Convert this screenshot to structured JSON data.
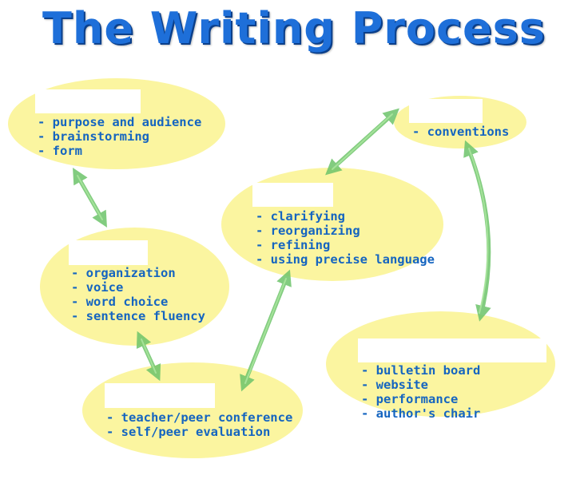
{
  "title": "The Writing Process",
  "colors": {
    "title": "#1e6fd9",
    "ellipse": "#fbf5a0",
    "text": "#1565c0",
    "arrow": "#6dc46a"
  },
  "stages": [
    {
      "items": [
        "- purpose and audience",
        "- brainstorming",
        "- form"
      ]
    },
    {
      "items": [
        "- organization",
        "- voice",
        "- word choice",
        "- sentence fluency"
      ]
    },
    {
      "items": [
        "- teacher/peer conference",
        "- self/peer evaluation"
      ]
    },
    {
      "items": [
        "- clarifying",
        "- reorganizing",
        "- refining",
        "- using precise language"
      ]
    },
    {
      "items": [
        "- conventions"
      ]
    },
    {
      "items": [
        "- bulletin board",
        "- website",
        "- performance",
        "- author's chair"
      ]
    }
  ]
}
